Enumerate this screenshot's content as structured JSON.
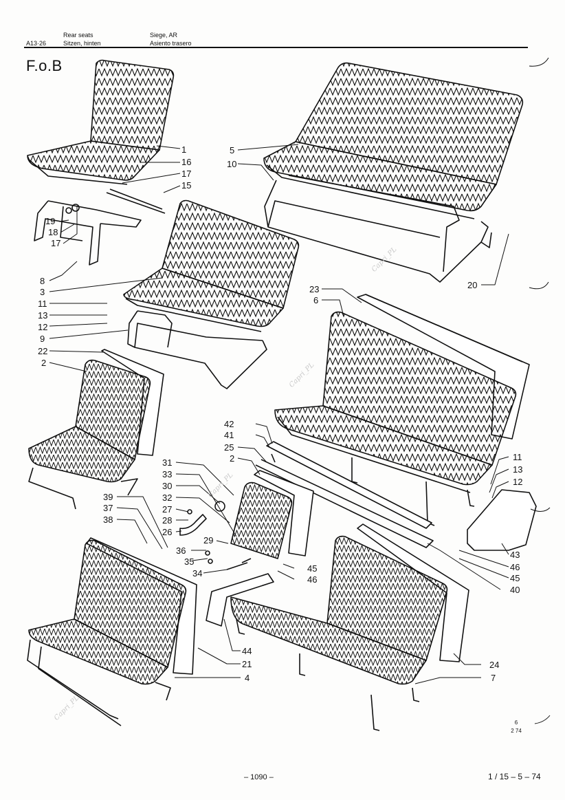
{
  "header": {
    "ref": "A13·26",
    "en": "Rear seats",
    "de": "Sitzen, hinten",
    "fr": "Siege, AR",
    "es": "Asiento trasero"
  },
  "model": "F.o.B",
  "callouts": [
    "1",
    "16",
    "17",
    "15",
    "19",
    "18",
    "17",
    "8",
    "3",
    "11",
    "13",
    "12",
    "9",
    "22",
    "2",
    "5",
    "10",
    "20",
    "23",
    "6",
    "42",
    "41",
    "25",
    "2",
    "31",
    "33",
    "30",
    "32",
    "27",
    "28",
    "26",
    "29",
    "36",
    "35",
    "34",
    "39",
    "37",
    "38",
    "11",
    "13",
    "12",
    "43",
    "46",
    "45",
    "40",
    "45",
    "46",
    "44",
    "21",
    "4",
    "24",
    "7"
  ],
  "footer": {
    "page": "– 1090 –",
    "date": "1 / 15 – 5 – 74",
    "mark_top": "6",
    "mark_bottom": "2 74"
  },
  "watermark": "Capri_PL"
}
